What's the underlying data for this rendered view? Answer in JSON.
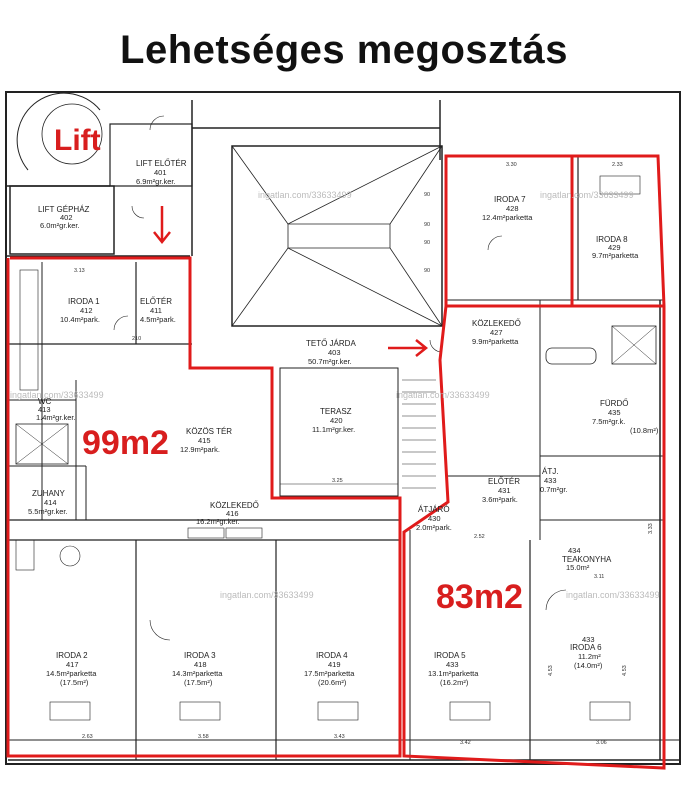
{
  "title": "Lehetséges megosztás",
  "highlight": {
    "lift": "Lift",
    "area_left": "99m2",
    "area_right": "83m2",
    "accent_color": "#e01b1b"
  },
  "watermark": "ingatlan.com/33633499",
  "rooms": {
    "lift_eloter": {
      "name": "LIFT ELŐTÉR",
      "num": "401",
      "area": "6.9m²gr.ker."
    },
    "lift_gephaz": {
      "name": "LIFT GÉPHÁZ",
      "num": "402",
      "area": "6.0m²gr.ker."
    },
    "iroda1": {
      "name": "IRODA 1",
      "num": "412",
      "area": "10.4m²park."
    },
    "eloter411": {
      "name": "ELŐTÉR",
      "num": "411",
      "area": "4.5m²park."
    },
    "wc": {
      "name": "WC",
      "num": "413",
      "area": "1.4m²gr.ker."
    },
    "kozos_ter": {
      "name": "KÖZÖS TÉR",
      "num": "415",
      "area": "12.9m²park."
    },
    "zuhany": {
      "name": "ZUHANY",
      "num": "414",
      "area": "5.5m²gr.ker."
    },
    "kozlekedo416": {
      "name": "KÖZLEKEDŐ",
      "num": "416",
      "area": "16.2m²gr.ker."
    },
    "teto_jarda": {
      "name": "TETŐ JÁRDA",
      "num": "403",
      "area": "50.7m²gr.ker."
    },
    "terasz": {
      "name": "TERASZ",
      "num": "420",
      "area": "11.1m²gr.ker."
    },
    "iroda7": {
      "name": "IRODA 7",
      "num": "428",
      "area": "12.4m²parketta"
    },
    "iroda8": {
      "name": "IRODA 8",
      "num": "429",
      "area": "9.7m²parketta"
    },
    "kozlekedo427": {
      "name": "KÖZLEKEDŐ",
      "num": "427",
      "area": "9.9m²parketta"
    },
    "furdo": {
      "name": "FÜRDŐ",
      "num": "435",
      "area": "7.5m²gr.k.",
      "area2": "(10.8m²)"
    },
    "eloter431": {
      "name": "ELŐTÉR",
      "num": "431",
      "area": "3.6m²park."
    },
    "atj433": {
      "name": "ÁTJ.",
      "num": "433",
      "area": "0.7m²gr."
    },
    "atjaro": {
      "name": "ÁTJÁRÓ",
      "num": "430",
      "area": "2.0m²park."
    },
    "teakonyha": {
      "name": "TEAKONYHA",
      "num": "434",
      "area": "15.0m²"
    },
    "iroda2": {
      "name": "IRODA 2",
      "num": "417",
      "area": "14.5m²parketta",
      "area2": "(17.5m²)"
    },
    "iroda3": {
      "name": "IRODA 3",
      "num": "418",
      "area": "14.3m²parketta",
      "area2": "(17.5m²)"
    },
    "iroda4": {
      "name": "IRODA 4",
      "num": "419",
      "area": "17.5m²parketta",
      "area2": "(20.6m²)"
    },
    "iroda5": {
      "name": "IRODA 5",
      "num": "433",
      "area": "13.1m²parketta",
      "area2": "(16.2m²)"
    },
    "iroda6": {
      "name": "IRODA 6",
      "num": "433",
      "area": "11.2m²",
      "area2": "(14.0m²)"
    }
  },
  "dimensions": {
    "d313": "3.13",
    "d330": "3.30",
    "d233": "2.33",
    "d325": "3.25",
    "d311": "3.11",
    "d453a": "4.53",
    "d453b": "4.53",
    "d333": "3.33",
    "d263": "2.63",
    "d252": "2.52",
    "d358": "3.58",
    "d343": "3.43",
    "d342": "3.42",
    "d306": "3.06",
    "d90a": "90",
    "d90b": "90",
    "d90c": "90",
    "d90d": "90",
    "d210": "210"
  }
}
